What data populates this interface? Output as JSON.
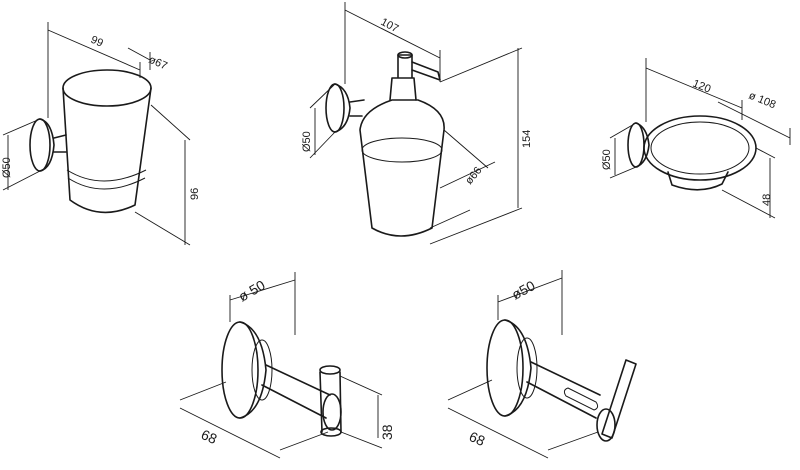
{
  "products": {
    "tumbler_holder": {
      "dim_depth": "99",
      "dim_cup_diameter": "ø67",
      "dim_mount_diameter": "Ø50",
      "dim_height": "96"
    },
    "soap_dispenser": {
      "dim_depth": "107",
      "dim_mount_diameter": "Ø50",
      "dim_bottle_diameter": "ø66",
      "dim_height": "154"
    },
    "soap_dish": {
      "dim_depth": "120",
      "dim_dish_diameter": "ø 108",
      "dim_mount_diameter": "Ø50",
      "dim_height": "48"
    },
    "single_hook": {
      "dim_mount_diameter": "ø 50",
      "dim_depth": "68",
      "dim_height": "38"
    },
    "double_hook": {
      "dim_mount_diameter": "ø50",
      "dim_depth": "68"
    }
  },
  "colors": {
    "line": "#1a1a1a",
    "background": "#ffffff"
  }
}
